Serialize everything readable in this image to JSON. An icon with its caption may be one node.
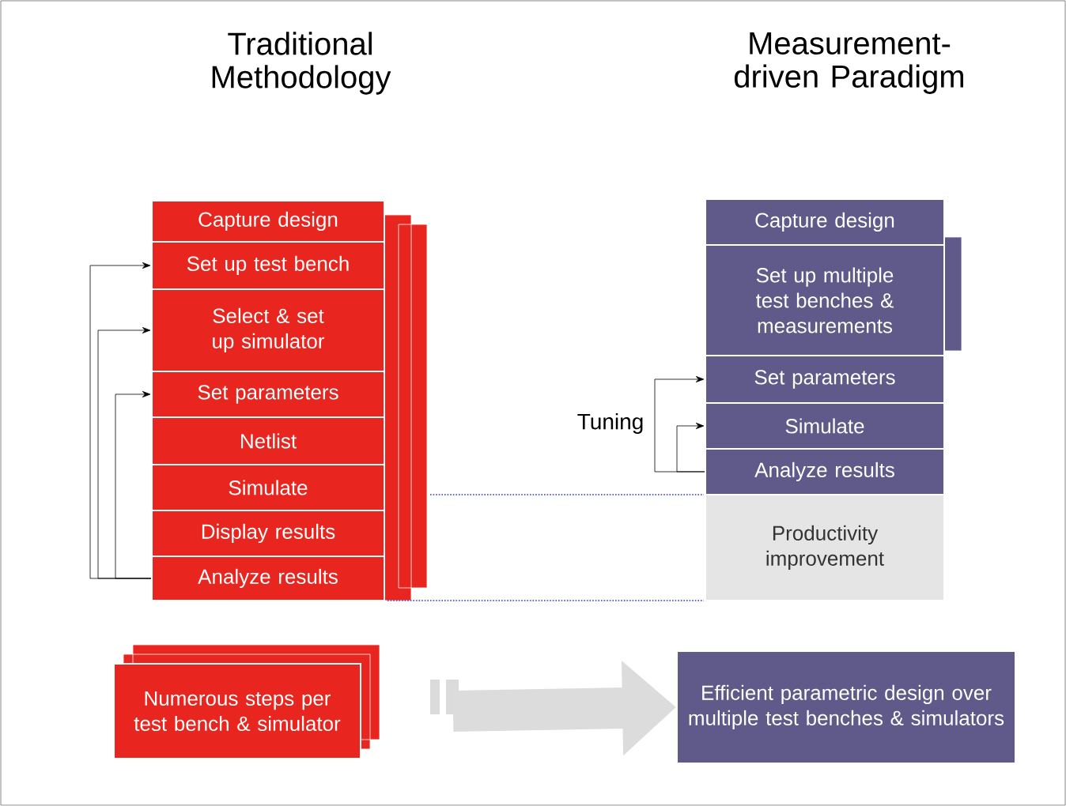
{
  "diagram": {
    "nodes": [
      {
        "text": [
          "Capture design"
        ]
      },
      {
        "text": [
          "Set up test bench"
        ]
      },
      {
        "text": [
          "Select & set up simulator"
        ]
      },
      {
        "text": [
          "Set parameters"
        ]
      },
      {
        "text": [
          "Netlist"
        ]
      },
      {
        "text": [
          "Simulate"
        ]
      },
      {
        "text": [
          "Display results"
        ]
      },
      {
        "text": [
          "Analyze results"
        ]
      },
      {
        "text": [
          "Capture design"
        ]
      },
      {
        "text": [
          "Set up multiple test benches & measurements"
        ]
      },
      {
        "text": [
          "Set parameters"
        ]
      },
      {
        "text": [
          "Simulate"
        ]
      },
      {
        "text": [
          "Analyze results"
        ]
      },
      {
        "text": [
          "Productivity improvement"
        ]
      },
      {
        "text": [
          "Numerous steps per test bench & simulator"
        ]
      },
      {
        "text": [
          "Efficient parametric design over multiple test benches & simulators"
        ]
      }
    ],
    "edges": [
      {
        "from": 7,
        "to": 1,
        "arrow": "to"
      },
      {
        "from": 7,
        "to": 2,
        "arrow": "to"
      },
      {
        "from": 7,
        "to": 3,
        "arrow": "to"
      },
      {
        "from": 12,
        "to": 10,
        "arrow": "to"
      },
      {
        "from": 12,
        "to": 11,
        "arrow": "to"
      },
      {
        "from": 14,
        "to": 15,
        "arrow": "to",
        "style": "thick",
        "color": "#dcdcdc"
      }
    ],
    "labels": [
      "Traditional Methodology",
      "Measurement-driven Paradigm",
      "Tuning"
    ]
  }
}
